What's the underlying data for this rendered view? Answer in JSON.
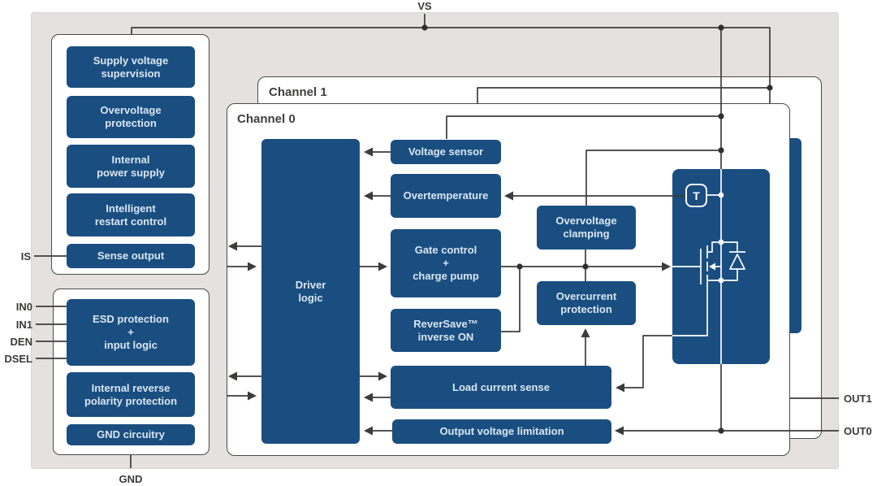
{
  "colors": {
    "block_blue": "#1a4e80",
    "block_text": "#d9e6f2",
    "wire": "#3c3c3b",
    "canvas_gray": "#e4e1e0",
    "box_border": "#4a4a49",
    "inner_wire_white": "#ffffff"
  },
  "pins": {
    "vs": "VS",
    "is": "IS",
    "in0": "IN0",
    "in1": "IN1",
    "den": "DEN",
    "dsel": "DSEL",
    "gnd": "GND",
    "out1": "OUT1",
    "out0": "OUT0"
  },
  "left_top_box": {
    "blocks": [
      "Supply voltage\nsupervision",
      "Overvoltage\nprotection",
      "Internal\npower supply",
      "Intelligent\nrestart control",
      "Sense output"
    ]
  },
  "left_bottom_box": {
    "blocks": [
      "ESD protection\n+\ninput logic",
      "Internal reverse\npolarity protection",
      "GND circuitry"
    ]
  },
  "channel1": {
    "label": "Channel 1"
  },
  "channel0": {
    "label": "Channel 0",
    "driver_logic": "Driver\nlogic",
    "voltage_sensor": "Voltage sensor",
    "overtemperature": "Overtemperature",
    "gate_control": "Gate control\n+\ncharge pump",
    "reversave": "ReverSave™\ninverse ON",
    "load_current_sense": "Load current sense",
    "output_voltage_limitation": "Output voltage limitation",
    "overvoltage_clamping": "Overvoltage\nclamping",
    "overcurrent_protection": "Overcurrent\nprotection",
    "temp_sensor": "T"
  }
}
